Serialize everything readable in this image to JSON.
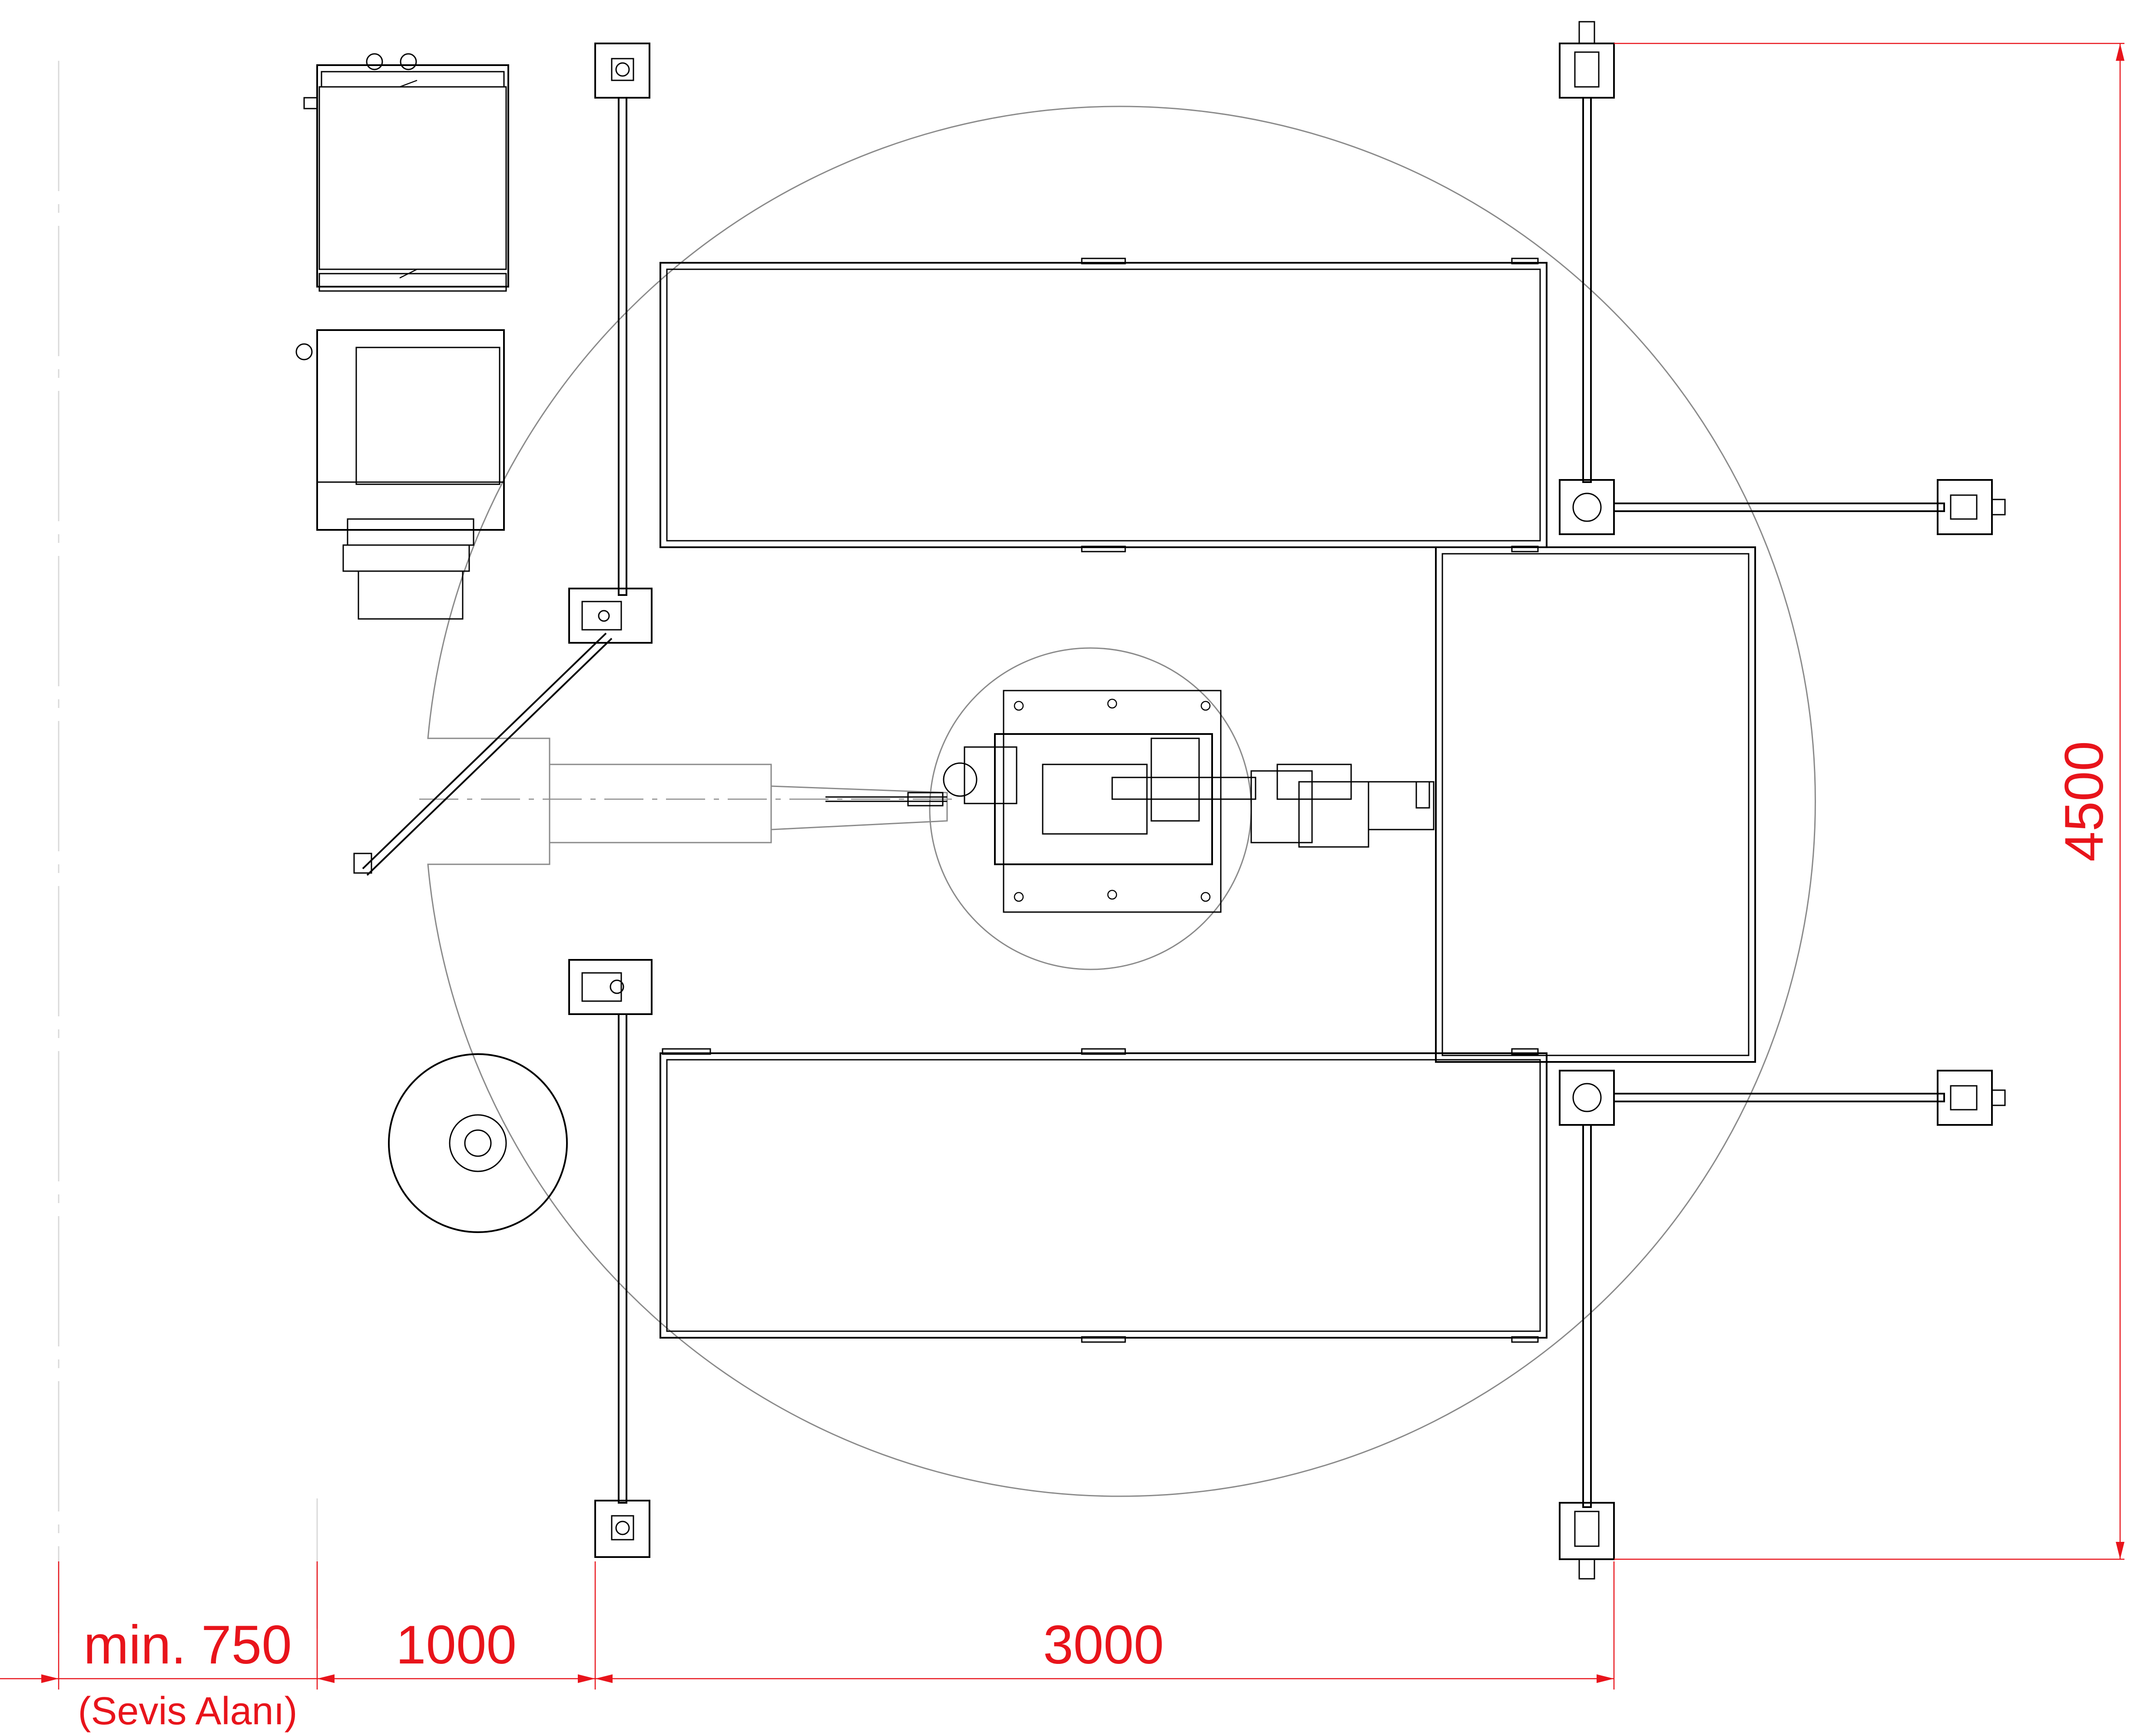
{
  "drawing": {
    "dimensions": {
      "service_width": "min. 750",
      "service_label": "(Sevis Alanı)",
      "gap_width": "1000",
      "cell_width": "3000",
      "cell_height": "4500"
    },
    "colors": {
      "dimension": "#e8141b",
      "outline": "#000000",
      "reach_envelope": "#8a8a8a",
      "service_boundary": "#d9d9d9",
      "background": "#ffffff"
    }
  }
}
